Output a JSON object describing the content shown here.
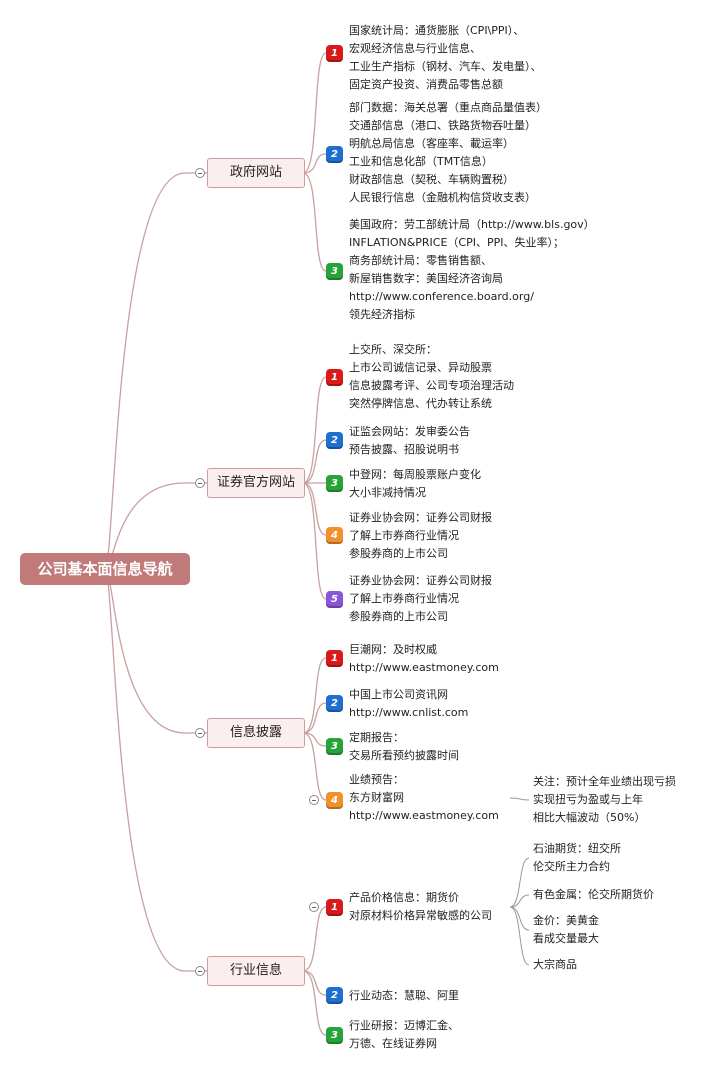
{
  "root": "公司基本面信息导航",
  "categories": [
    {
      "label": "政府网站",
      "items": [
        {
          "badge": "1",
          "color": "#d91a1a",
          "lines": [
            "国家统计局：通货膨胀（CPI\\PPI）、",
            "宏观经济信息与行业信息、",
            "工业生产指标（钢材、汽车、发电量）、",
            "固定资产投资、消费品零售总额"
          ]
        },
        {
          "badge": "2",
          "color": "#1f6fd1",
          "lines": [
            "部门数据：海关总署（重点商品量值表）",
            "交通部信息（港口、铁路货物吞吐量）",
            "明航总局信息（客座率、載运率）",
            "工业和信息化部（TMT信息）",
            "财政部信息（契税、车辆购置税）",
            "人民银行信息（金融机构信贷收支表）"
          ]
        },
        {
          "badge": "3",
          "color": "#27a33a",
          "lines": [
            "美国政府：劳工部统计局（http://www.bls.gov）",
            "INFLATION&PRICE（CPI、PPI、失业率）；",
            "商务部统计局：零售销售额、",
            "新屋销售数字：美国经济咨询局",
            "http://www.conference.board.org/",
            "领先经济指标"
          ]
        }
      ]
    },
    {
      "label": "证券官方网站",
      "items": [
        {
          "badge": "1",
          "color": "#d91a1a",
          "lines": [
            "上交所、深交所：",
            "上市公司诚信记录、异动股票",
            "信息披露考评、公司专项治理活动",
            "突然停牌信息、代办转让系统"
          ]
        },
        {
          "badge": "2",
          "color": "#1f6fd1",
          "lines": [
            "证监会网站：发审委公告",
            "预告披露、招股说明书"
          ]
        },
        {
          "badge": "3",
          "color": "#27a33a",
          "lines": [
            "中登网：每周股票账户变化",
            "大小非减持情况"
          ]
        },
        {
          "badge": "4",
          "color": "#f0912b",
          "lines": [
            "证券业协会网：证券公司财报",
            "了解上市券商行业情况",
            "参股券商的上市公司"
          ]
        },
        {
          "badge": "5",
          "color": "#8a56d6",
          "lines": [
            "证券业协会网：证券公司财报",
            "了解上市券商行业情况",
            "参股券商的上市公司"
          ]
        }
      ]
    },
    {
      "label": "信息披露",
      "items": [
        {
          "badge": "1",
          "color": "#d91a1a",
          "lines": [
            "巨潮网：及时权威",
            "http://www.eastmoney.com"
          ]
        },
        {
          "badge": "2",
          "color": "#1f6fd1",
          "lines": [
            "中国上市公司资讯网",
            "http://www.cnlist.com"
          ]
        },
        {
          "badge": "3",
          "color": "#27a33a",
          "lines": [
            "定期报告：",
            "交易所看预约披露时间"
          ]
        },
        {
          "badge": "4",
          "color": "#f0912b",
          "lines": [
            "业绩预告：",
            "东方财富网",
            "http://www.eastmoney.com"
          ],
          "children": [
            {
              "lines": [
                "关注：预计全年业绩出现亏损",
                "实现扭亏为盈或与上年",
                "相比大幅波动（50%）"
              ]
            }
          ]
        }
      ]
    },
    {
      "label": "行业信息",
      "items": [
        {
          "badge": "1",
          "color": "#d91a1a",
          "lines": [
            "产品价格信息：期货价",
            "对原材料价格异常敏感的公司"
          ],
          "children": [
            {
              "lines": [
                "石油期货：纽交所",
                "伦交所主力合约"
              ]
            },
            {
              "lines": [
                "有色金属：伦交所期货价"
              ]
            },
            {
              "lines": [
                "金价：美黄金",
                "看成交量最大"
              ]
            },
            {
              "lines": [
                "大宗商品"
              ]
            }
          ]
        },
        {
          "badge": "2",
          "color": "#1f6fd1",
          "lines": [
            "行业动态：慧聪、阿里"
          ]
        },
        {
          "badge": "3",
          "color": "#27a33a",
          "lines": [
            "行业研报：迈博汇金、",
            "万德、在线证券网"
          ]
        }
      ]
    }
  ]
}
